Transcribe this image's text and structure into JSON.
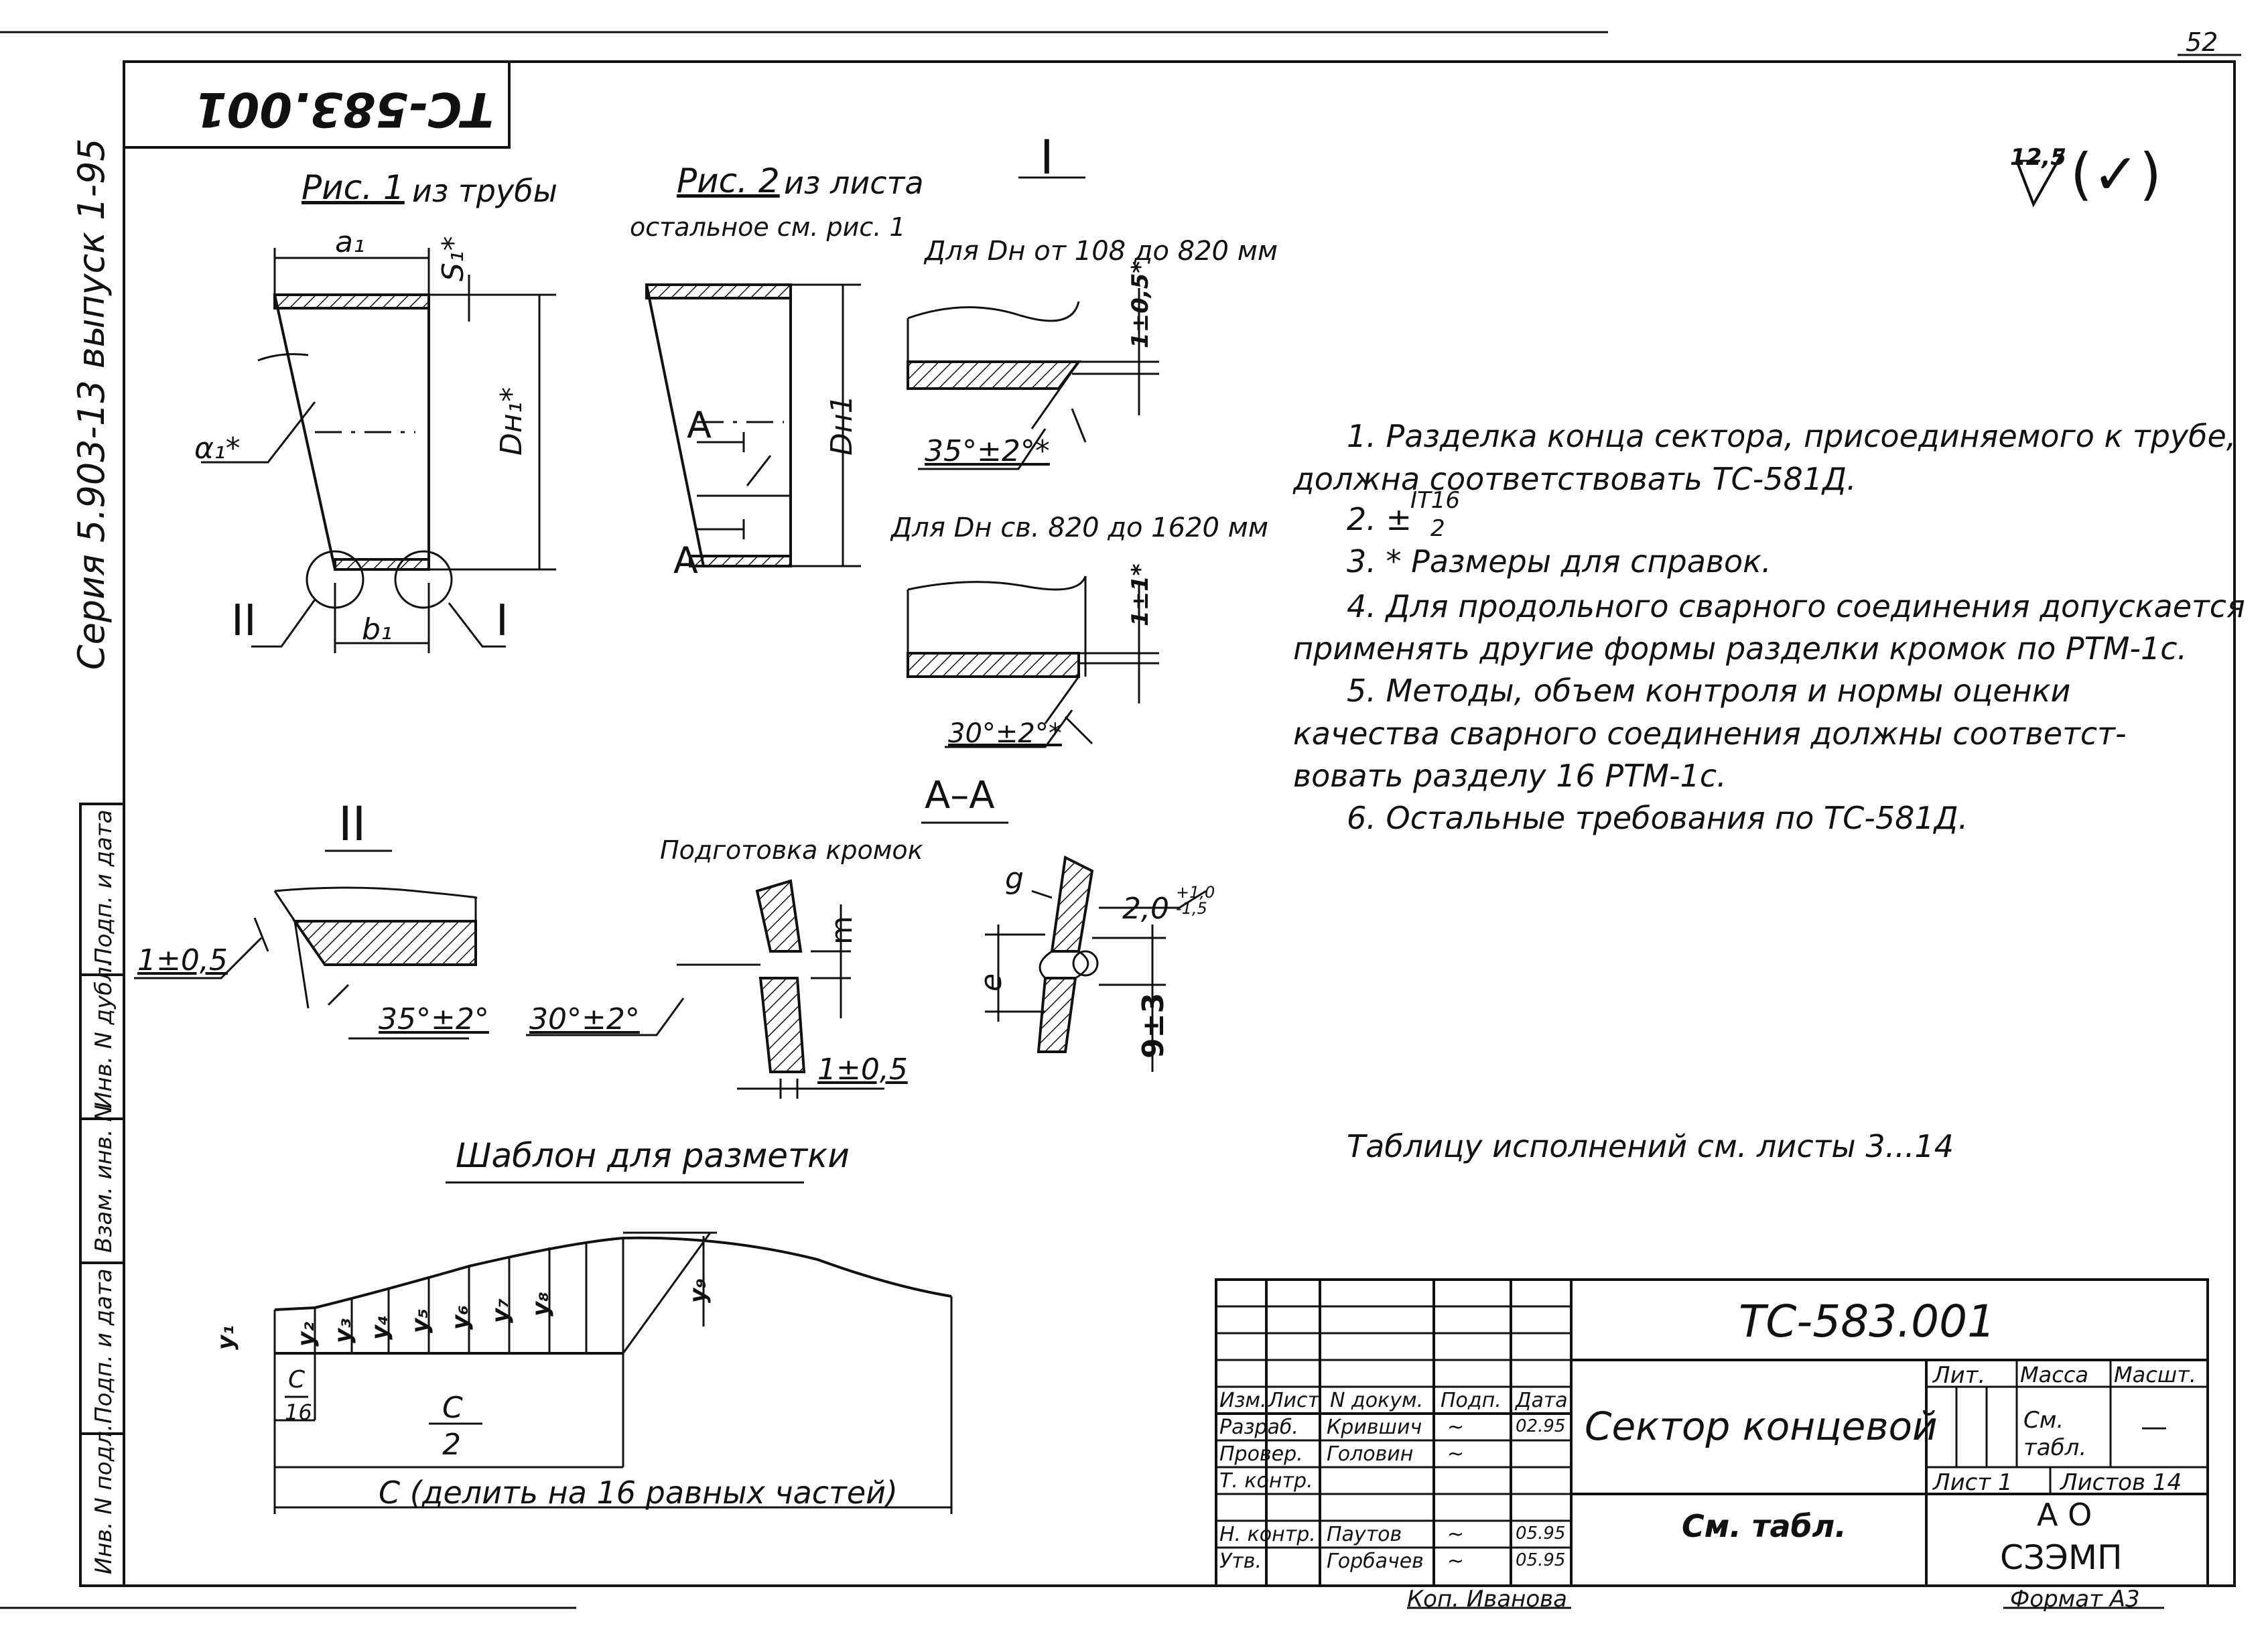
{
  "sheet": {
    "page_number": "52",
    "stamp_code_rotated": "ТС-583.001",
    "series_vertical": "Серия 5.903-13 выпуск 1-95",
    "roughness_mark": "12,5",
    "roughness_suffix": "(✓)"
  },
  "views": {
    "fig1_title": "Рис. 1",
    "fig1_subtitle": "из трубы",
    "fig2_title": "Рис. 2",
    "fig2_subtitle": "из листа",
    "fig2_note": "остальное см. рис. 1",
    "view_I": "I",
    "view_II": "II",
    "section_AA": "А–А",
    "edge_prep": "Подготовка кромок",
    "dn_range_1": "Для Dн от 108 до 820 мм",
    "dn_range_2": "Для Dн св. 820 до 1620 мм",
    "template_title": "Шаблон для разметки"
  },
  "dims": {
    "a1": "a₁",
    "s1": "S₁*",
    "alpha1": "α₁*",
    "dh1_star": "Dн₁*",
    "dh1": "Dн1",
    "b1": "b₁",
    "mark_I": "I",
    "mark_II": "II",
    "mark_A_top": "А",
    "mark_A_bottom": "А",
    "tol_1_05_star": "1±0,5*",
    "angle_35_star": "35°±2°*",
    "tol_1_1_star": "1±1*",
    "angle_30_star": "30°±2°*",
    "tol_1_05_left": "1±0,5",
    "angle_35": "35°±2°",
    "angle_30": "30°±2°",
    "m": "m",
    "tol_1_05_bottom": "1±0,5",
    "g": "g",
    "e": "e",
    "dim_2_0": "2,0",
    "dim_2_0_tol": "+1,0 -1,5",
    "dim_9_3": "9±3",
    "y1": "y₁",
    "y2": "y₂",
    "y3": "y₃",
    "y4": "y₄",
    "y5": "y₅",
    "y6": "y₆",
    "y7": "y₇",
    "y8": "y₈",
    "y9": "y₉",
    "c_over_16_num": "C",
    "c_over_16_den": "16",
    "c_over_2_num": "C",
    "c_over_2_den": "2",
    "c_divide": "С (делить на 16 равных частей)"
  },
  "notes": [
    "1. Разделка конца сектора, присоединяемого к трубе,",
    "должна соответствовать ТС-581Д.",
    "2. ±",
    "3. * Размеры для справок.",
    "4. Для продольного сварного соединения допускается",
    "применять другие формы разделки кромок по РТМ-1с.",
    "5. Методы, объем контроля и нормы оценки",
    "качества сварного соединения должны соответст-",
    "вовать разделу 16 РТМ-1с.",
    "6. Остальные требования по ТС-581Д."
  ],
  "note2_fraction": {
    "num": "IT16",
    "den": "2"
  },
  "table_ref": "Таблицу исполнений см. листы 3...14",
  "left_strip": [
    "Подп. и дата",
    "Инв. N дубл.",
    "Взам. инв. N",
    "Подп. и дата",
    "Инв. N подл."
  ],
  "title_block": {
    "doc_code": "ТС-583.001",
    "title": "Сектор концевой",
    "material": "См. табл.",
    "header_cols": [
      "Изм.",
      "Лист",
      "N докум.",
      "Подп.",
      "Дата"
    ],
    "rows": [
      {
        "role": "Разраб.",
        "name": "Крившич",
        "sign": "~",
        "date": "02.95"
      },
      {
        "role": "Провер.",
        "name": "Головин",
        "sign": "~",
        "date": ""
      },
      {
        "role": "Т. контр.",
        "name": "",
        "sign": "",
        "date": ""
      },
      {
        "role": "Н. контр.",
        "name": "Паутов",
        "sign": "~",
        "date": "05.95"
      },
      {
        "role": "Утв.",
        "name": "Горбачев",
        "sign": "~",
        "date": "05.95"
      }
    ],
    "lit_label": "Лит.",
    "mass_label": "Масса",
    "scale_label": "Масшт.",
    "mass_value": "См. табл.",
    "scale_value": "—",
    "sheet_label": "Лист 1",
    "sheets_label": "Листов 14",
    "org_line1": "А О",
    "org_line2": "СЗЭМП",
    "copier": "Коп. Иванова",
    "format": "Формат А3"
  }
}
